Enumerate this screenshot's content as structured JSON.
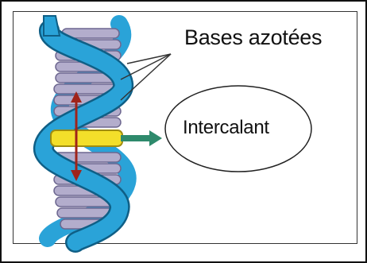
{
  "labels": {
    "bases": "Bases azotées",
    "intercalant": "Intercalant"
  },
  "colors": {
    "backbone": "#2aa3d8",
    "backbone_outline": "#0f5f86",
    "base": "#b3adcc",
    "base_outline": "#6d6790",
    "intercalant": "#f3df2a",
    "intercalant_outline": "#a08d10",
    "arrow_red": "#a0241a",
    "arrow_green": "#2e8a6c",
    "frame": "#111111"
  },
  "icons": {
    "stretch": "double-headed-arrow",
    "pointer": "right-arrow"
  }
}
